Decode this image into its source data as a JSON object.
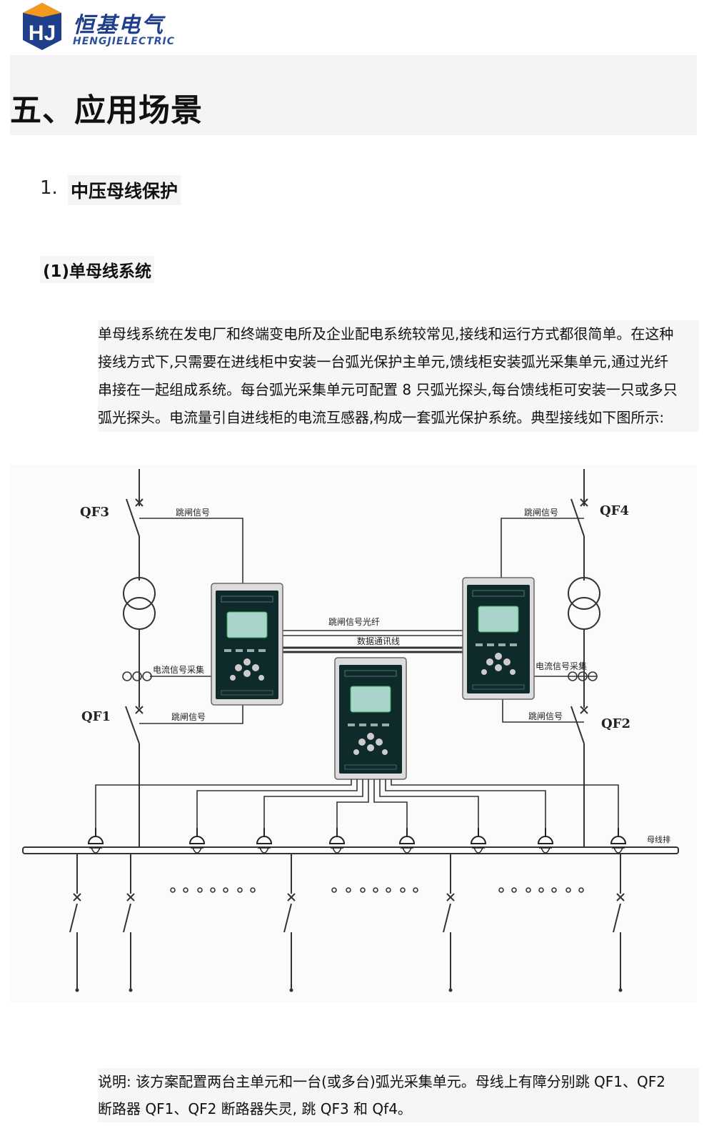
{
  "brand": {
    "name_cn": "恒基电气",
    "name_en": "HENGJIELECTRIC",
    "mark": "HJ",
    "color_primary": "#1f3f8a",
    "color_accent": "#f39a1e"
  },
  "heading": {
    "title": "五、应用场景"
  },
  "section": {
    "number": "1.",
    "label": "中压母线保护"
  },
  "subsection": {
    "label": "(1)单母线系统"
  },
  "paragraph": {
    "lines": [
      "单母线系统在发电厂和终端变电所及企业配电系统较常见,接线和运行方式都很简单。在这种",
      "接线方式下,只需要在进线柜中安装一台弧光保护主单元,馈线柜安装弧光采集单元,通过光纤",
      "串接在一起组成系统。每台弧光采集单元可配置 8 只弧光探头,每台馈线柜可安装一只或多只",
      "弧光探头。电流量引自进线柜的电流互感器,构成一套弧光保护系统。典型接线如下图所示:"
    ]
  },
  "diagram": {
    "breakers": {
      "qf1": "QF1",
      "qf2": "QF2",
      "qf3": "QF3",
      "qf4": "QF4"
    },
    "labels": {
      "trip_signal_tl": "跳闸信号",
      "trip_signal_tr": "跳闸信号",
      "trip_signal_bl": "跳闸信号",
      "trip_signal_br": "跳闸信号",
      "trip_fiber": "跳闸信号光纤",
      "comm_line": "数据通讯线",
      "current_l": "电流信号采集",
      "current_r": "电流信号采集",
      "busbar": "母线排"
    }
  },
  "note": {
    "lines": [
      "说明:  该方案配置两台主单元和一台(或多台)弧光采集单元。母线上有障分别跳 QF1、QF2",
      "断路器 QF1、QF2 断路器失灵, 跳 QF3 和 Qf4。"
    ]
  }
}
